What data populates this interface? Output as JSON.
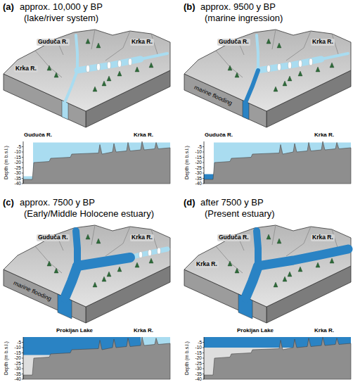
{
  "diagram": {
    "labels": [
      "(a)",
      "approx. 10,000 y BP",
      "(lake/river system)",
      "Guduča R.",
      "Krka R.",
      "Krka R.",
      "Guduča R.",
      "Krka R.",
      "Depth (m b.s.l.)",
      "-5",
      "-10",
      "-15",
      "-20",
      "-25",
      "-30",
      "-35",
      "-40",
      "(b)",
      "approx. 9500 y BP",
      "(marine ingression)",
      "Guduča R.",
      "Krka R.",
      "marine flooding",
      "Guduča R.",
      "Krka R.",
      "Depth (m b.s.l.)",
      "-5",
      "-10",
      "-15",
      "-20",
      "-25",
      "-30",
      "-35",
      "-40",
      "(c)",
      "approx. 7500 y BP",
      "(Early/Middle Holocene estuary)",
      "Guduča R.",
      "Krka R.",
      "marine flooding",
      "Prokljan Lake",
      "Krka R.",
      "Depth (m b.s.l.)",
      "-5",
      "-10",
      "-15",
      "-20",
      "-25",
      "-30",
      "-35",
      "-40",
      "(d)",
      "after 7500 y BP",
      "(Present estuary)",
      "Guduča R.",
      "Krka R.",
      "Krka R.",
      "Prokljan Lake",
      "Krka R.",
      "Depth (m b.s.l.)",
      "-5",
      "-10",
      "-15",
      "-20",
      "-25",
      "-30",
      "-35",
      "-40"
    ]
  }
}
